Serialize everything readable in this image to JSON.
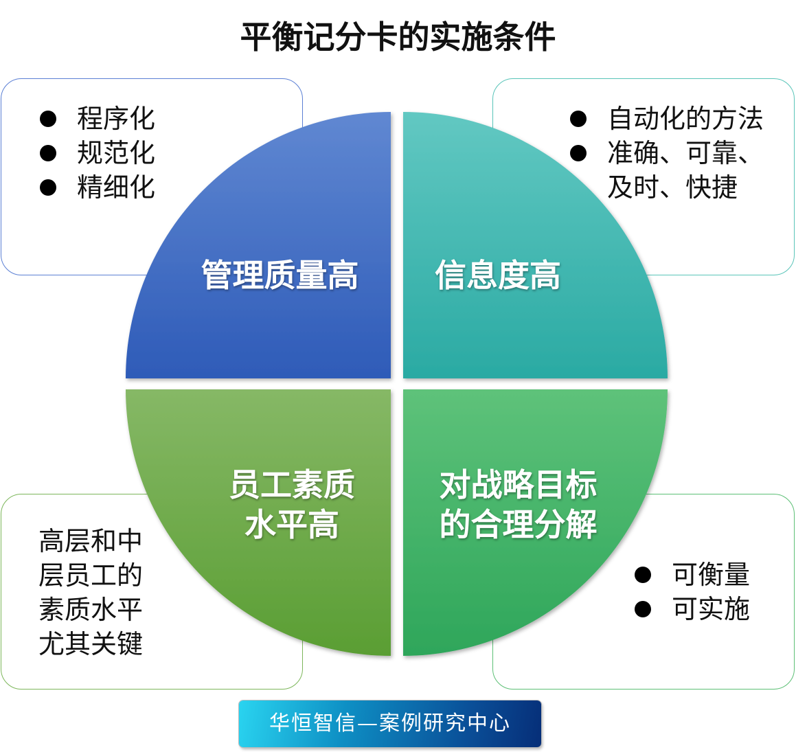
{
  "title": "平衡记分卡的实施条件",
  "quadrants": {
    "top_left": {
      "label": "管理质量高",
      "color": "#3f6cc8"
    },
    "top_right": {
      "label": "信息度高",
      "color": "#3dbdb3"
    },
    "bottom_left": {
      "label_line1": "员工素质",
      "label_line2": "水平高",
      "color": "#6aaa45"
    },
    "bottom_right": {
      "label_line1": "对战略目标",
      "label_line2": "的合理分解",
      "color": "#3cb86a"
    }
  },
  "boxes": {
    "top_left": {
      "items": [
        "程序化",
        "规范化",
        "精细化"
      ]
    },
    "top_right": {
      "items": [
        "自动化的方法",
        "准确、可靠、"
      ],
      "continuation": "及时、快捷"
    },
    "bottom_left": {
      "lines": [
        "高层和中",
        "层员工的",
        "素质水平",
        "尤其关键"
      ]
    },
    "bottom_right": {
      "items": [
        "可衡量",
        "可实施"
      ]
    }
  },
  "banner": "华恒智信—案例研究中心"
}
